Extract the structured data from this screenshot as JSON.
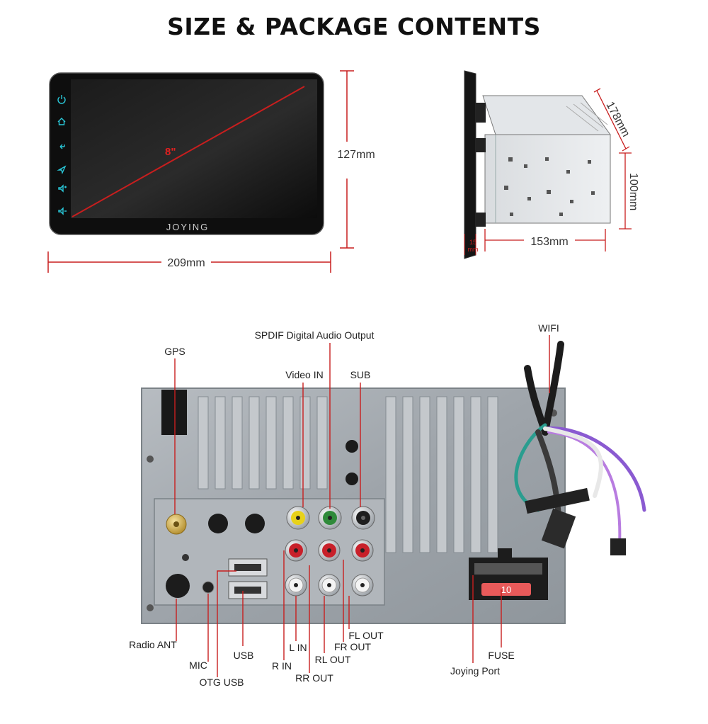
{
  "header": {
    "title": "SIZE & PACKAGE CONTENTS"
  },
  "front_unit": {
    "brand": "JOYING",
    "screen_size": "8\"",
    "height_label": "127mm",
    "width_label": "209mm",
    "side_icons": [
      "power-icon",
      "home-icon",
      "back-icon",
      "navigation-icon",
      "volume-up-icon",
      "volume-down-icon"
    ]
  },
  "side_unit": {
    "depth_label": "178mm",
    "height_label": "100mm",
    "width_label": "153mm",
    "frame_label_value": "15",
    "frame_label_unit": "mm"
  },
  "rear_panel": {
    "labels": {
      "gps": "GPS",
      "spdif": "SPDIF Digital Audio Output",
      "video_in": "Video IN",
      "sub": "SUB",
      "wifi": "WIFI",
      "radio_ant": "Radio ANT",
      "mic": "MIC",
      "otg_usb": "OTG USB",
      "usb": "USB",
      "r_in": "R IN",
      "l_in": "L IN",
      "rr_out": "RR OUT",
      "rl_out": "RL OUT",
      "fr_out": "FR OUT",
      "fl_out": "FL OUT",
      "joying_port": "Joying Port",
      "fuse": "FUSE",
      "fuse_value": "10"
    },
    "colors": {
      "leader": "#c81e1e",
      "panel": "#a9aeb3",
      "video_jack": "#e8d21a",
      "sub_jack": "#2f8a3a",
      "red_jack": "#c8202a"
    }
  }
}
